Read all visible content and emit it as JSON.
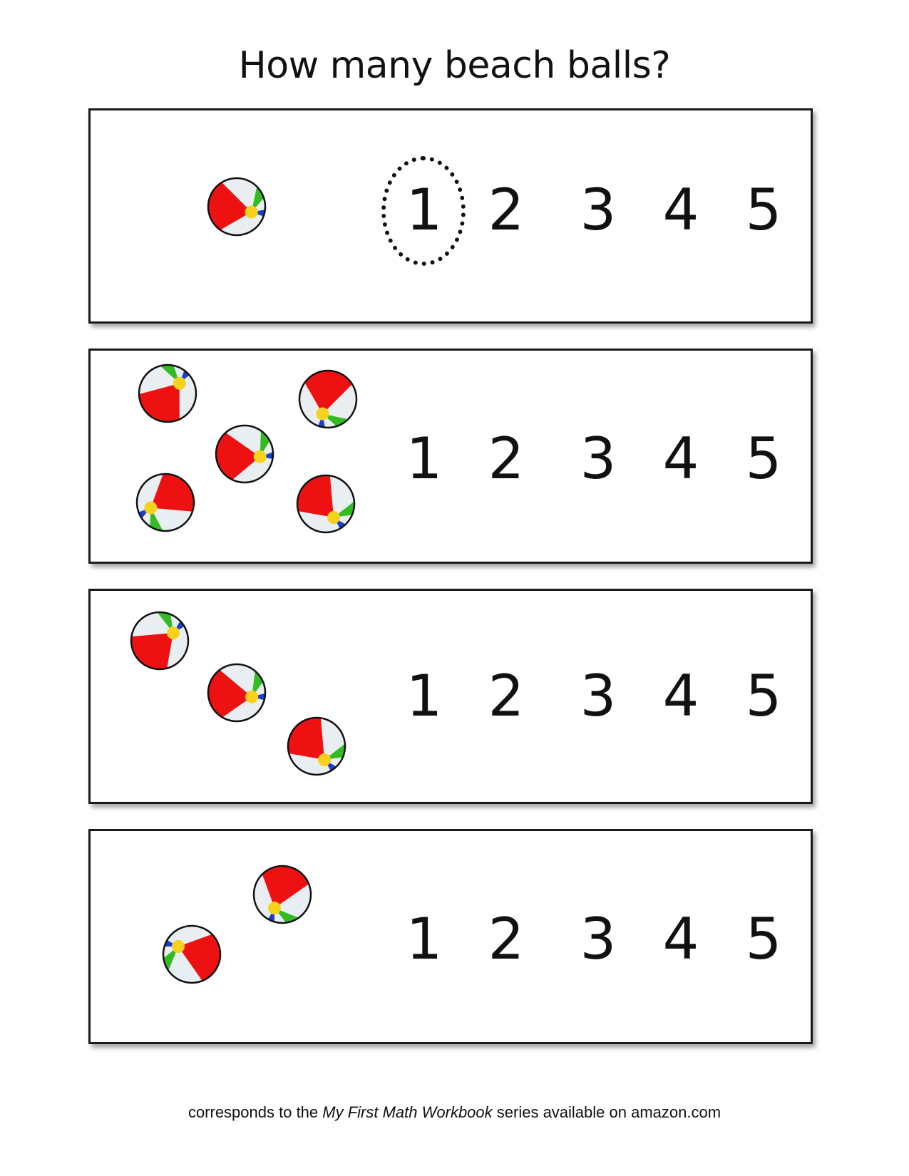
{
  "page": {
    "title": "How many beach balls?",
    "footer": {
      "prefix": "corresponds to the ",
      "book_title": "My First Math Workbook",
      "suffix": " series available on amazon.com"
    }
  },
  "number_choices": [
    "1",
    "2",
    "3",
    "4",
    "5"
  ],
  "problems": [
    {
      "ball_count": 1,
      "circled_answer": "1"
    },
    {
      "ball_count": 5,
      "circled_answer": null
    },
    {
      "ball_count": 3,
      "circled_answer": null
    },
    {
      "ball_count": 2,
      "circled_answer": null
    }
  ],
  "colors": {
    "ball_red": "#ee1111",
    "ball_blue": "#1a3fc8",
    "ball_green": "#33bb22",
    "ball_white": "#e9eef2",
    "ball_center": "#f7d21c"
  }
}
